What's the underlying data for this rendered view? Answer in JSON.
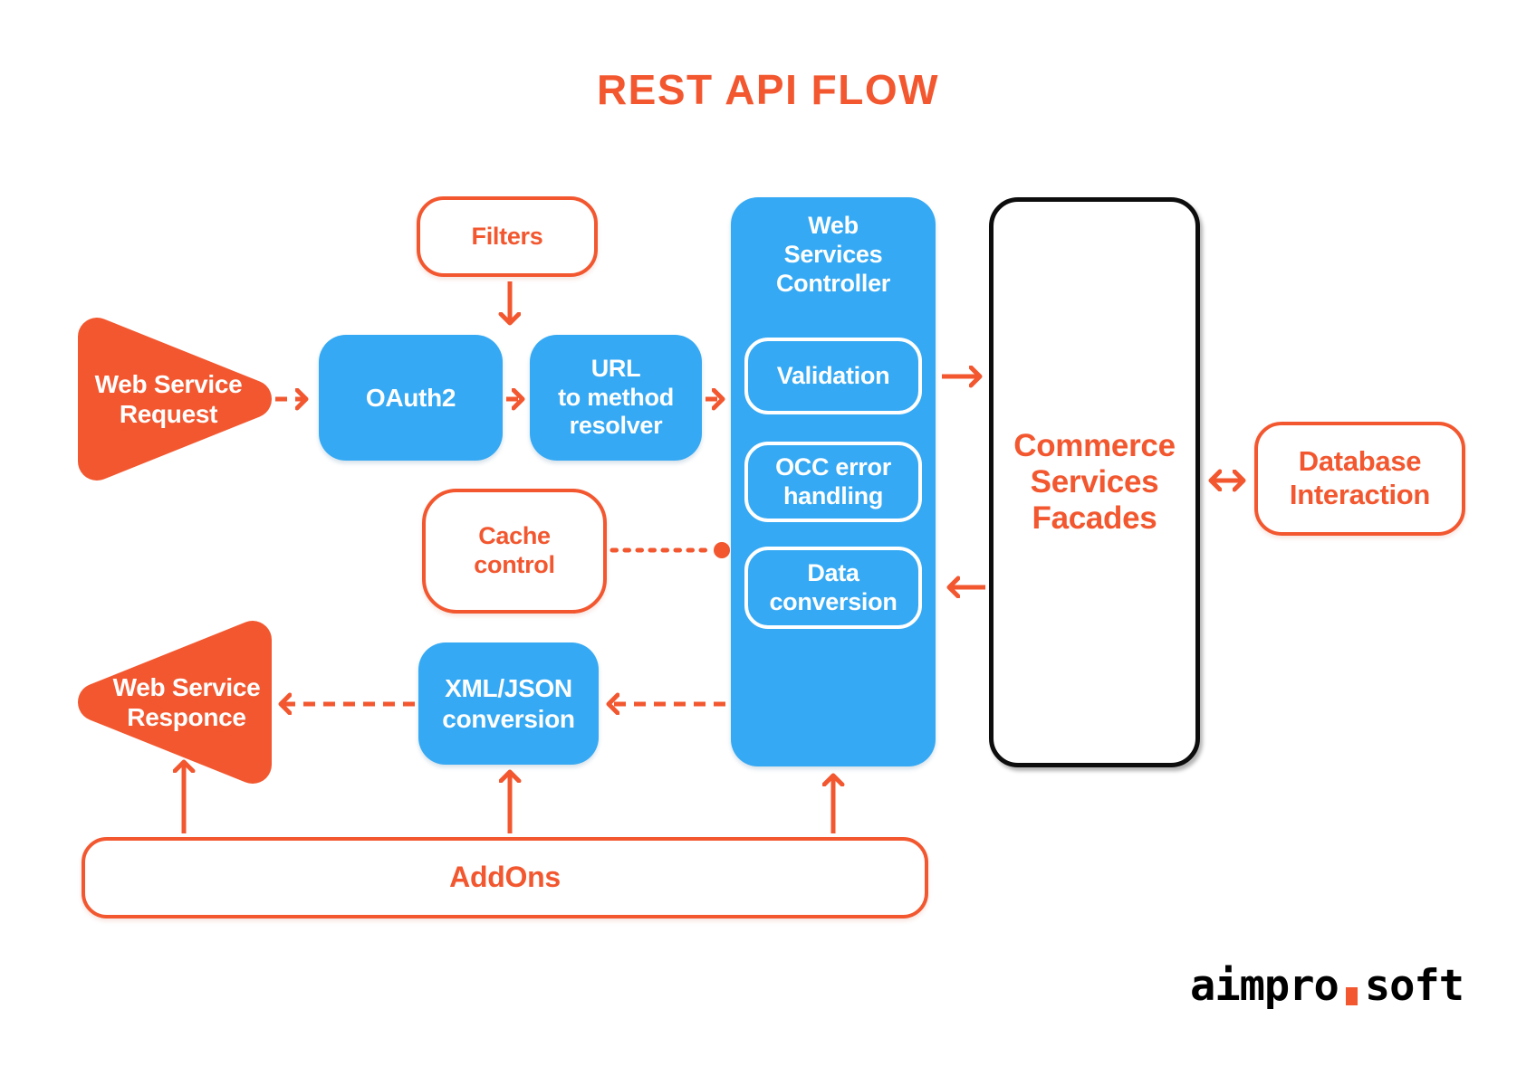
{
  "title": "REST API FLOW",
  "colors": {
    "orange": "#F2572F",
    "blue": "#35A9F3",
    "black_border": "#0D0D0D",
    "background": "#FFFFFF",
    "label_on_blue": "#FFFFFF"
  },
  "nodes": {
    "web_service_request": {
      "label": "Web Service\nRequest"
    },
    "filters": {
      "label": "Filters"
    },
    "oauth2": {
      "label": "OAuth2"
    },
    "url_to_method_resolver": {
      "label": "URL\nto method\nresolver"
    },
    "web_services_controller": {
      "label": "Web\nServices\nController"
    },
    "validation": {
      "label": "Validation"
    },
    "occ_error_handling": {
      "label": "OCC error\nhandling"
    },
    "data_conversion": {
      "label": "Data\nconversion"
    },
    "cache_control": {
      "label": "Cache\ncontrol"
    },
    "commerce_services_facades": {
      "label": "Commerce\nServices\nFacades"
    },
    "database_interaction": {
      "label": "Database\nInteraction"
    },
    "xml_json_conversion": {
      "label": "XML/JSON\nconversion"
    },
    "web_service_responce": {
      "label": "Web Service\nResponce"
    },
    "addons": {
      "label": "AddOns"
    }
  },
  "edges": [
    {
      "from": "web_service_request",
      "to": "oauth2",
      "style": "dashed-arrow"
    },
    {
      "from": "oauth2",
      "to": "url_to_method_resolver",
      "style": "dashed-arrow"
    },
    {
      "from": "url_to_method_resolver",
      "to": "web_services_controller",
      "style": "dashed-arrow"
    },
    {
      "from": "filters",
      "to": "flow-between-oauth2-and-url-resolver",
      "style": "solid-arrow-down"
    },
    {
      "from": "validation",
      "to": "commerce_services_facades",
      "style": "solid-arrow"
    },
    {
      "from": "commerce_services_facades",
      "to": "data_conversion",
      "style": "solid-arrow"
    },
    {
      "from": "commerce_services_facades",
      "to": "database_interaction",
      "style": "double-headed-arrow"
    },
    {
      "from": "cache_control",
      "to": "web_services_controller",
      "style": "dotted-line-with-dot-end"
    },
    {
      "from": "web_services_controller",
      "to": "xml_json_conversion",
      "style": "dashed-arrow"
    },
    {
      "from": "xml_json_conversion",
      "to": "web_service_responce",
      "style": "dashed-arrow"
    },
    {
      "from": "addons",
      "to": "web_service_responce",
      "style": "solid-arrow-up"
    },
    {
      "from": "addons",
      "to": "xml_json_conversion",
      "style": "solid-arrow-up"
    },
    {
      "from": "addons",
      "to": "web_services_controller",
      "style": "solid-arrow-up"
    }
  ],
  "logo": {
    "left": "aimpro",
    "right": "soft"
  }
}
